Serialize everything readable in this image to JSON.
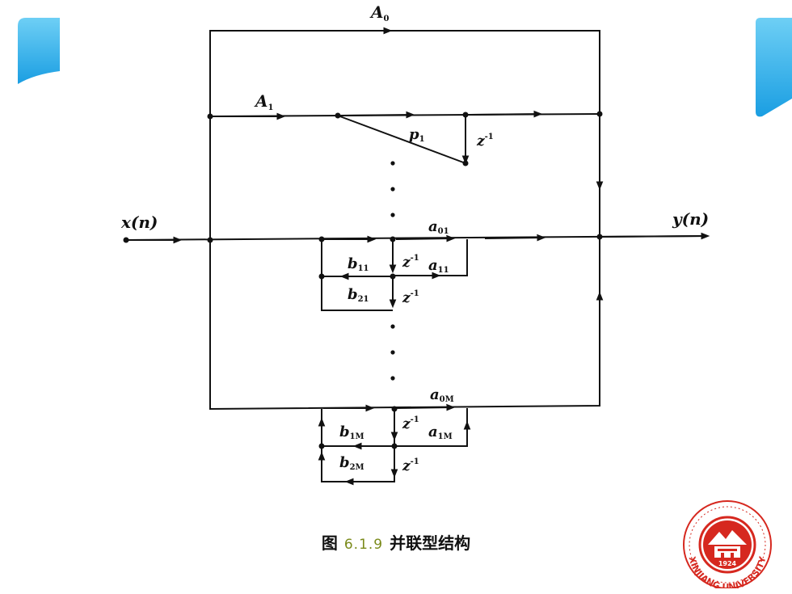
{
  "labels": {
    "A0": "A",
    "A0_sub": "0",
    "A1": "A",
    "A1_sub": "1",
    "p1": "p",
    "p1_sub": "1",
    "zinv": "z",
    "zinv_sup": "-1",
    "x_n": "x(n)",
    "y_n": "y(n)",
    "a01": "a",
    "a01_sub": "01",
    "a11": "a",
    "a11_sub": "11",
    "b11": "b",
    "b11_sub": "11",
    "b21": "b",
    "b21_sub": "21",
    "a0M": "a",
    "a0M_sub": "0M",
    "a1M": "a",
    "a1M_sub": "1M",
    "b1M": "b",
    "b1M_sub": "1M",
    "b2M": "b",
    "b2M_sub": "2M"
  },
  "caption": {
    "prefix": "图",
    "number": "6.1.9",
    "title": "并联型结构"
  },
  "logo": {
    "year": "1924",
    "name": "XINJIANG UNIVERSITY"
  },
  "colors": {
    "accent_blue": "#1ea7e8",
    "logo_red": "#d6281f",
    "caption_number": "#7a8a1a"
  }
}
